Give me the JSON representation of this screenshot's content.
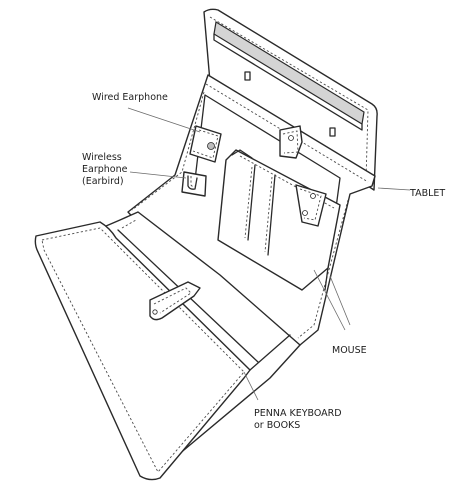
{
  "labels": {
    "wired": "Wired Earphone",
    "wireless_1": "Wireless",
    "wireless_2": "Earphone",
    "wireless_3": "(Earbird)",
    "tablet": "TABLET",
    "mouse": "MOUSE",
    "keyboard_1": "PENNA KEYBOARD",
    "keyboard_2": "or BOOKS"
  }
}
